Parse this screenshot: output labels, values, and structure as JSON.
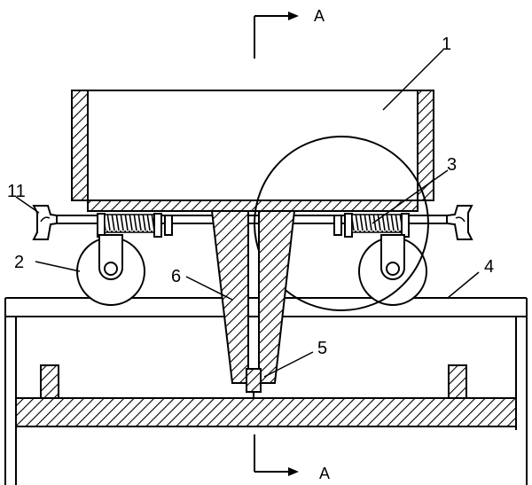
{
  "section_marks": {
    "top": "A",
    "bottom": "A"
  },
  "part_labels": {
    "p1": "1",
    "p2": "2",
    "p3": "3",
    "p4": "4",
    "p5": "5",
    "p6": "6",
    "p11": "11"
  },
  "colors": {
    "line": "#000000",
    "background": "#ffffff"
  }
}
